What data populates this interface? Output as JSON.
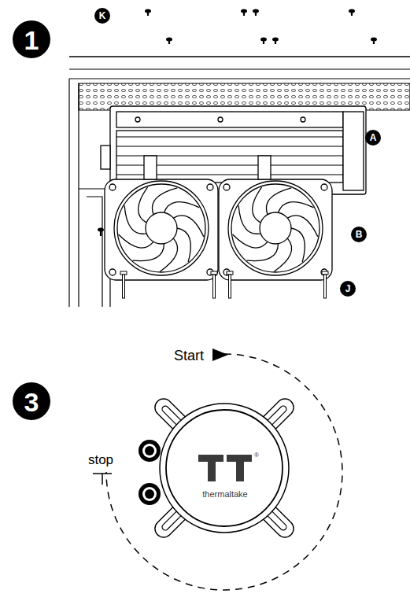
{
  "diagram": {
    "labels": [
      "1",
      "K",
      "A",
      "B",
      "J",
      "3",
      "Start",
      "stop",
      "thermaltake",
      "®"
    ]
  }
}
